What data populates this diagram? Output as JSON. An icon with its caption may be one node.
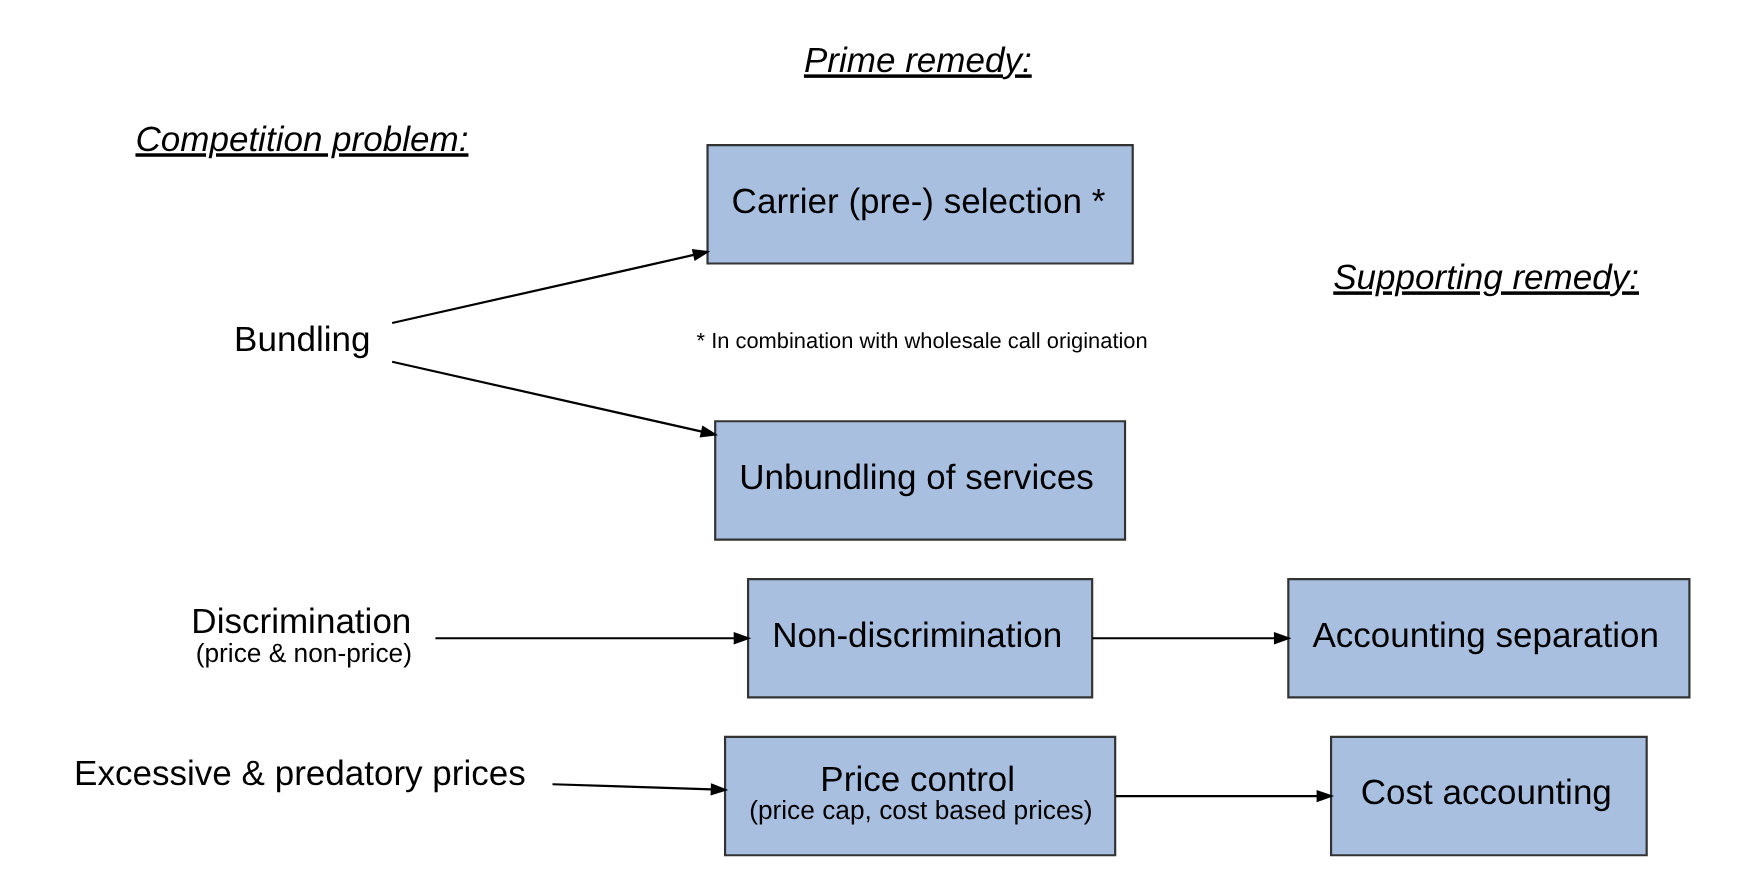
{
  "diagram": {
    "nodes": [
      {
        "text": [
          "Bundling"
        ]
      },
      {
        "text": [
          "Carrier (pre-) selection *"
        ]
      },
      {
        "text": [
          "Unbundling of services"
        ]
      },
      {
        "text": [
          "Discrimination",
          "(price & non-price)"
        ]
      },
      {
        "text": [
          "Non-discrimination"
        ]
      },
      {
        "text": [
          "Accounting separation"
        ]
      },
      {
        "text": [
          "Excessive & predatory prices"
        ]
      },
      {
        "text": [
          "Price control",
          "(price cap, cost based prices)"
        ]
      },
      {
        "text": [
          "Cost accounting"
        ]
      }
    ],
    "edges": [
      {
        "from": 0,
        "to": 1,
        "arrow": "to"
      },
      {
        "from": 0,
        "to": 2,
        "arrow": "to"
      },
      {
        "from": 3,
        "to": 4,
        "arrow": "to"
      },
      {
        "from": 4,
        "to": 5,
        "arrow": "to"
      },
      {
        "from": 6,
        "to": 7,
        "arrow": "to"
      },
      {
        "from": 7,
        "to": 8,
        "arrow": "to"
      }
    ],
    "labels": [
      "Competition problem:",
      "Prime remedy:",
      "Supporting remedy:",
      "* In combination with wholesale call origination"
    ]
  }
}
